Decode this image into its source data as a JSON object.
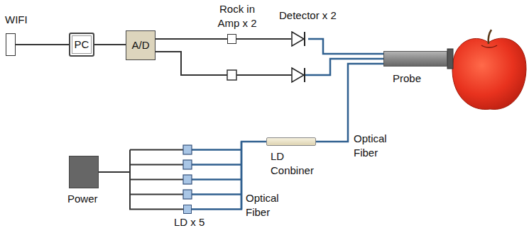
{
  "diagram": {
    "nodes": [
      {
        "text": [
          "WIFI"
        ]
      },
      {
        "text": [
          "PC"
        ]
      },
      {
        "text": [
          "A/D"
        ]
      },
      {
        "text": [
          "Rock in Amp x 2"
        ]
      },
      {
        "text": [
          "Detector x 2"
        ]
      },
      {
        "text": [
          "Probe"
        ]
      },
      {
        "text": [
          "Power"
        ]
      },
      {
        "text": [
          "LD x 5"
        ]
      },
      {
        "text": [
          "LD Conbiner"
        ]
      }
    ],
    "edges": [
      {
        "from": 0,
        "to": 1,
        "arrow": "none"
      },
      {
        "from": 1,
        "to": 2,
        "arrow": "none"
      },
      {
        "from": 2,
        "to": 3,
        "arrow": "none"
      },
      {
        "from": 3,
        "to": 4,
        "arrow": "none"
      },
      {
        "from": 4,
        "to": 5,
        "arrow": "none"
      },
      {
        "from": 6,
        "to": 7,
        "arrow": "none"
      },
      {
        "from": 7,
        "to": 8,
        "arrow": "none"
      },
      {
        "from": 8,
        "to": 5,
        "arrow": "none"
      }
    ],
    "labels": [
      "Optical Fiber",
      "Optical Fiber"
    ]
  }
}
